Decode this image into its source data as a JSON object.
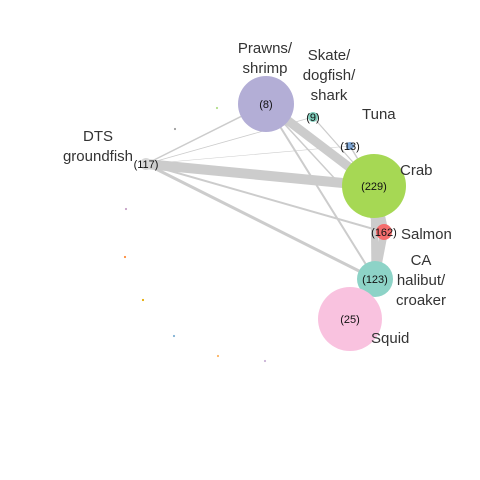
{
  "network": {
    "nodes": [
      {
        "id": "prawns",
        "label": [
          "Prawns/",
          "shrimp"
        ],
        "count": "(8)",
        "color": "#b3aed6"
      },
      {
        "id": "skate",
        "label": [
          "Skate/",
          "dogfish/",
          "shark"
        ],
        "count": "(9)",
        "color": "#7fcdbb"
      },
      {
        "id": "tuna",
        "label": [
          "Tuna"
        ],
        "count": "(13)",
        "color": "#7fa7d6"
      },
      {
        "id": "dts",
        "label": [
          "DTS",
          "groundfish"
        ],
        "count": "(117)",
        "color": "#d9d9d9"
      },
      {
        "id": "crab",
        "label": [
          "Crab"
        ],
        "count": "(229)",
        "color": "#a6d854"
      },
      {
        "id": "salmon",
        "label": [
          "Salmon"
        ],
        "count": "(162)",
        "color": "#f46d6d"
      },
      {
        "id": "halibut",
        "label": [
          "CA",
          "halibut/",
          "croaker"
        ],
        "count": "(123)",
        "color": "#8dd3c7"
      },
      {
        "id": "squid",
        "label": [
          "Squid"
        ],
        "count": "(25)",
        "color": "#f9c2df"
      }
    ],
    "edges": [
      {
        "from": "dts",
        "to": "crab",
        "weight": 10
      },
      {
        "from": "prawns",
        "to": "crab",
        "weight": 9
      },
      {
        "from": "crab",
        "to": "salmon",
        "weight": 9
      },
      {
        "from": "salmon",
        "to": "halibut",
        "weight": 8
      },
      {
        "from": "crab",
        "to": "halibut",
        "weight": 7
      },
      {
        "from": "halibut",
        "to": "squid",
        "weight": 6
      },
      {
        "from": "dts",
        "to": "halibut",
        "weight": 3
      },
      {
        "from": "dts",
        "to": "salmon",
        "weight": 2
      },
      {
        "from": "dts",
        "to": "prawns",
        "weight": 1.5
      },
      {
        "from": "prawns",
        "to": "halibut",
        "weight": 2
      },
      {
        "from": "prawns",
        "to": "salmon",
        "weight": 1.5
      },
      {
        "from": "tuna",
        "to": "crab",
        "weight": 1.5
      },
      {
        "from": "skate",
        "to": "crab",
        "weight": 1.2
      },
      {
        "from": "dts",
        "to": "skate",
        "weight": 0.8
      },
      {
        "from": "dts",
        "to": "tuna",
        "weight": 0.6
      }
    ],
    "isolated_colors": [
      "#e6ab02",
      "#fd8d3c",
      "#c7a2c7",
      "#9e9e9e",
      "#b2df8a",
      "#80b1d3",
      "#fdb462",
      "#cab2d6"
    ]
  }
}
